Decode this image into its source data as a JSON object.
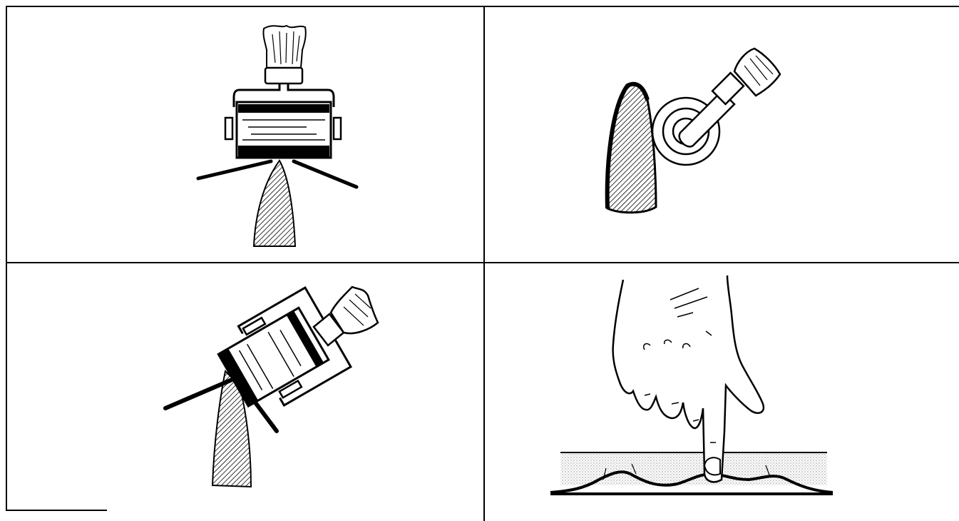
{
  "figure": {
    "panels": [
      {
        "name": "roller-end-view"
      },
      {
        "name": "brush-end-view"
      },
      {
        "name": "roller-angled-view"
      },
      {
        "name": "finger-pressing-membrane"
      }
    ],
    "colors": {
      "ink": "#000000",
      "paper": "#ffffff",
      "stipple": "#bdbdbd"
    }
  }
}
